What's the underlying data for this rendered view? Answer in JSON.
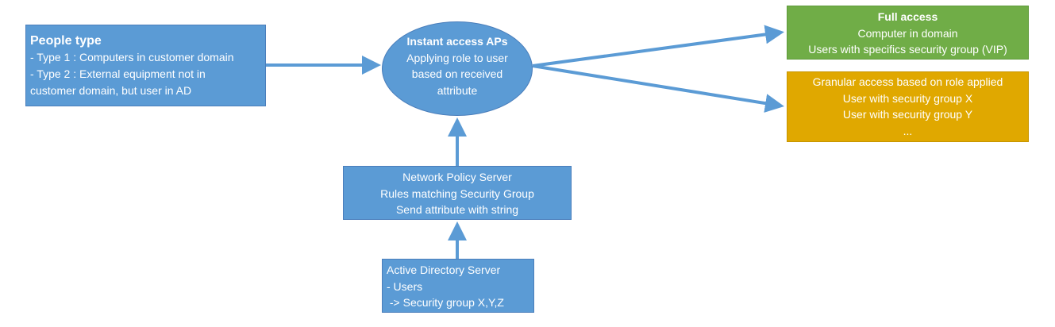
{
  "people_type": {
    "title": "People type",
    "lines": [
      "- Type 1 : Computers in customer domain",
      "- Type 2 : External equipment not in",
      "customer domain, but user in AD"
    ]
  },
  "instant_access": {
    "title": "Instant access APs",
    "lines": [
      "Applying role to user",
      "based on received",
      "attribute"
    ]
  },
  "full_access": {
    "title": "Full access",
    "lines": [
      "Computer in domain",
      "Users with specifics security group (VIP)"
    ]
  },
  "granular_access": {
    "lines": [
      "Granular access based on role applied",
      "User with security group X",
      "User with security group Y",
      "..."
    ]
  },
  "nps": {
    "lines": [
      "Network Policy Server",
      "Rules matching Security Group",
      "Send attribute with string"
    ]
  },
  "active_directory": {
    "lines": [
      "Active Directory Server",
      "- Users",
      " -> Security group X,Y,Z"
    ]
  },
  "colors": {
    "blue": "#5b9bd5",
    "green": "#70ad47",
    "gold": "#e0a800",
    "border": "#4a7ebb"
  }
}
